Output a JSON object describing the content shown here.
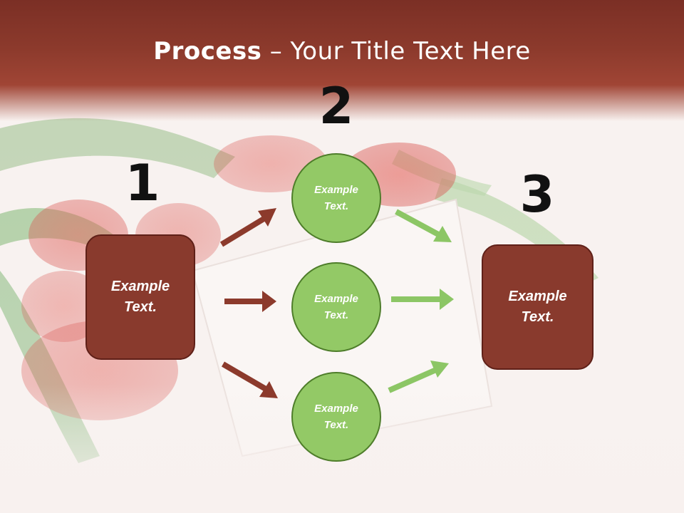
{
  "title": {
    "bold": "Process",
    "rest": " – Your Title Text Here"
  },
  "steps": [
    {
      "number": "1"
    },
    {
      "number": "2"
    },
    {
      "number": "3"
    }
  ],
  "left_box": {
    "line1": "Example",
    "line2": "Text."
  },
  "right_box": {
    "line1": "Example",
    "line2": "Text."
  },
  "circles": [
    {
      "line1": "Example",
      "line2": "Text."
    },
    {
      "line1": "Example",
      "line2": "Text."
    },
    {
      "line1": "Example",
      "line2": "Text."
    }
  ],
  "colors": {
    "title_band": "#8c3a2c",
    "box_fill": "#893a2d",
    "circle_fill": "#93c966",
    "arrow_red": "#8c3a2c",
    "arrow_green": "#8cc665"
  }
}
